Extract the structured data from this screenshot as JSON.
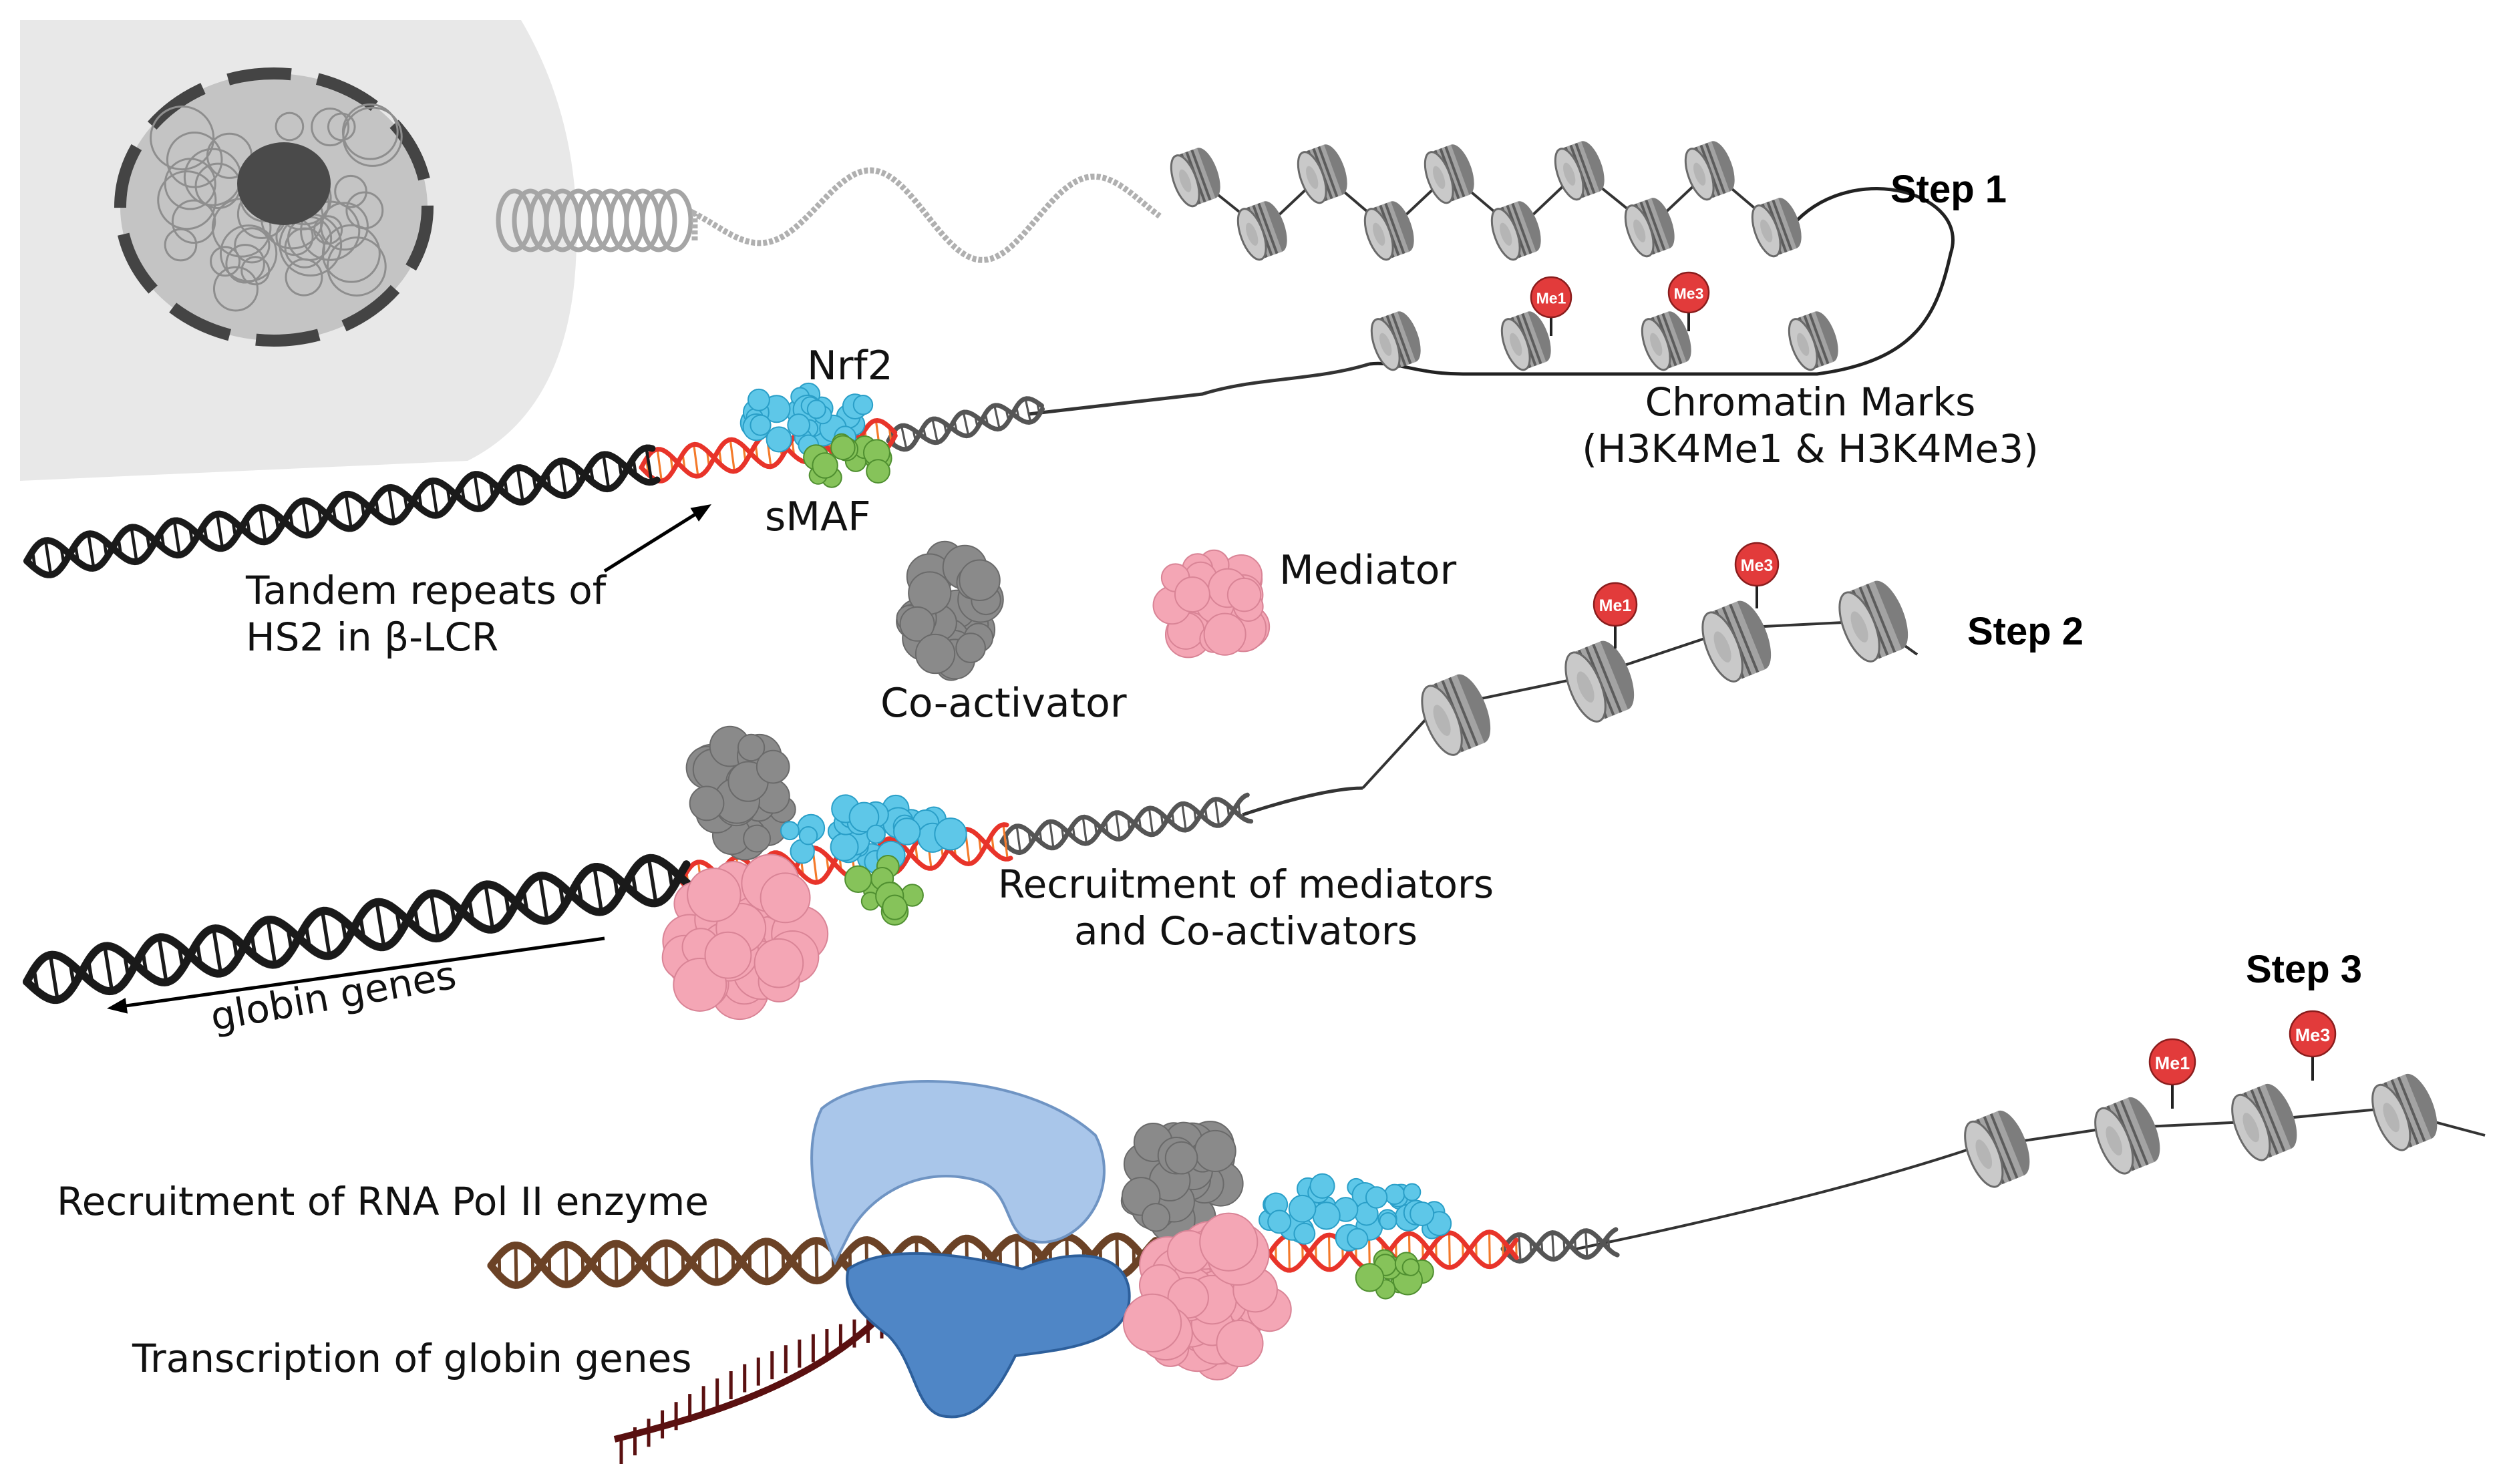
{
  "steps": {
    "step1": "Step 1",
    "step2": "Step 2",
    "step3": "Step 3"
  },
  "labels": {
    "nrf2": "Nrf2",
    "smaf": "sMAF",
    "chromatin_line1": "Chromatin Marks",
    "chromatin_line2": "(H3K4Me1 & H3K4Me3)",
    "tandem_line1": "Tandem repeats of",
    "tandem_line2": "HS2 in β-LCR",
    "mediator": "Mediator",
    "coactivator": "Co-activator",
    "recruit_med_line1": "Recruitment of mediators",
    "recruit_med_line2": "and Co-activators",
    "globin_genes": "globin genes",
    "recruit_pol": "Recruitment of RNA Pol II enzyme",
    "transcription": "Transcription of globin genes"
  },
  "marks": {
    "me1": "Me1",
    "me3": "Me3"
  },
  "colors": {
    "cell": "#e8e8e8",
    "nucleus": "#c4c4c4",
    "nucleolus": "#4a4a4a",
    "dna_dark": "#1a1a1a",
    "dna_gray": "#555555",
    "dna_red": "#e8342a",
    "dna_orange": "#f47a2a",
    "dna_brown": "#6b4226",
    "rna": "#5a1010",
    "nucleosome": "#9a9a9a",
    "mark": "#e23b3b",
    "nrf2": "#5ec7e8",
    "smaf": "#86c35a",
    "mediator": "#f4a6b5",
    "coactivator": "#8a8a8a",
    "polii_light": "#a9c6ea",
    "polii_dark": "#4f86c6"
  }
}
